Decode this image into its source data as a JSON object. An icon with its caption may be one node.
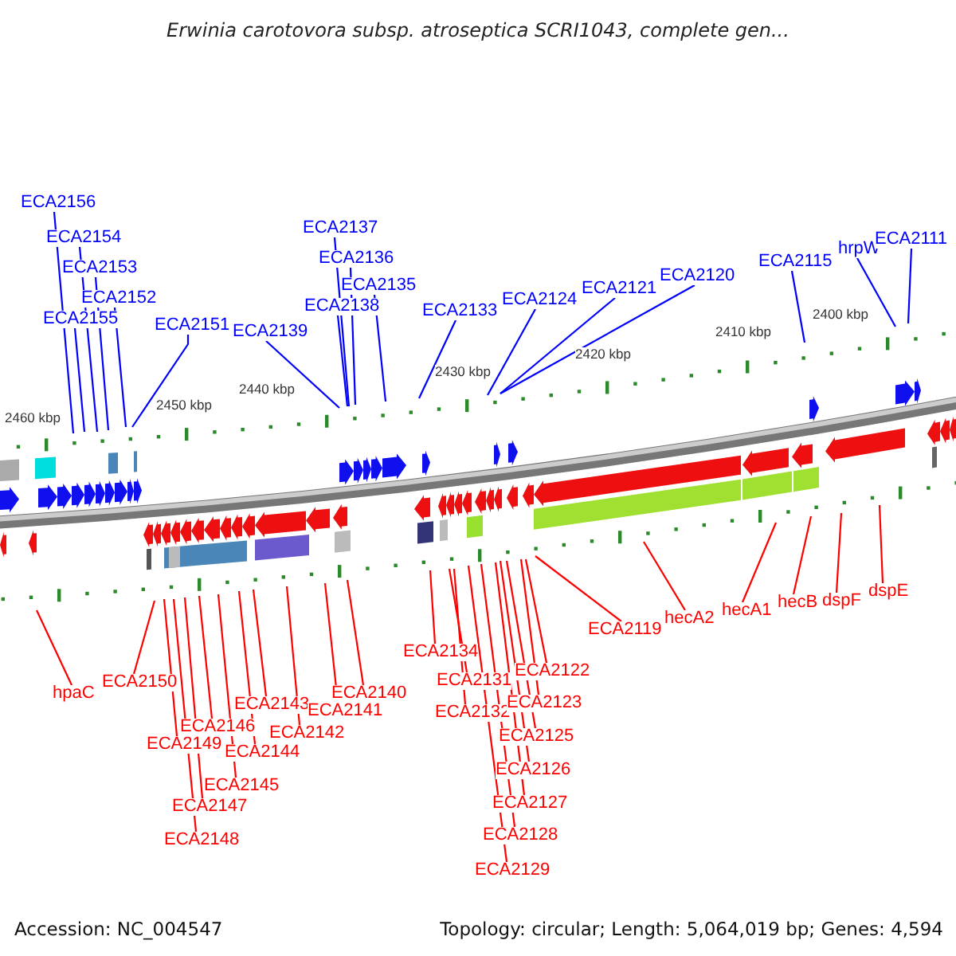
{
  "diagram": {
    "title": "Erwinia carotovora subsp. atroseptica SCRI1043, complete gen...",
    "nodes": [
      {
        "text": [
          "ECA2156"
        ]
      },
      {
        "text": [
          "ECA2154"
        ]
      },
      {
        "text": [
          "ECA2153"
        ]
      },
      {
        "text": [
          "ECA2152"
        ]
      },
      {
        "text": [
          "ECA2155"
        ]
      },
      {
        "text": [
          "ECA2151"
        ]
      },
      {
        "text": [
          "ECA2139"
        ]
      },
      {
        "text": [
          "ECA2137"
        ]
      },
      {
        "text": [
          "ECA2136"
        ]
      },
      {
        "text": [
          "ECA2135"
        ]
      },
      {
        "text": [
          "ECA2138"
        ]
      },
      {
        "text": [
          "ECA2133"
        ]
      },
      {
        "text": [
          "ECA2124"
        ]
      },
      {
        "text": [
          "ECA2121"
        ]
      },
      {
        "text": [
          "ECA2120"
        ]
      },
      {
        "text": [
          "ECA2115"
        ]
      },
      {
        "text": [
          "hrpW"
        ]
      },
      {
        "text": [
          "ECA2111"
        ]
      },
      {
        "text": [
          "hpaC"
        ]
      },
      {
        "text": [
          "ECA2150"
        ]
      },
      {
        "text": [
          "ECA2149"
        ]
      },
      {
        "text": [
          "ECA2148"
        ]
      },
      {
        "text": [
          "ECA2147"
        ]
      },
      {
        "text": [
          "ECA2146"
        ]
      },
      {
        "text": [
          "ECA2145"
        ]
      },
      {
        "text": [
          "ECA2144"
        ]
      },
      {
        "text": [
          "ECA2143"
        ]
      },
      {
        "text": [
          "ECA2142"
        ]
      },
      {
        "text": [
          "ECA2141"
        ]
      },
      {
        "text": [
          "ECA2140"
        ]
      },
      {
        "text": [
          "ECA2134"
        ]
      },
      {
        "text": [
          "ECA2131"
        ]
      },
      {
        "text": [
          "ECA2132"
        ]
      },
      {
        "text": [
          "ECA2129"
        ]
      },
      {
        "text": [
          "ECA2128"
        ]
      },
      {
        "text": [
          "ECA2127"
        ]
      },
      {
        "text": [
          "ECA2126"
        ]
      },
      {
        "text": [
          "ECA2125"
        ]
      },
      {
        "text": [
          "ECA2123"
        ]
      },
      {
        "text": [
          "ECA2122"
        ]
      },
      {
        "text": [
          "ECA2119"
        ]
      },
      {
        "text": [
          "hecA2"
        ]
      },
      {
        "text": [
          "hecA1"
        ]
      },
      {
        "text": [
          "hecB"
        ]
      },
      {
        "text": [
          "dspF"
        ]
      },
      {
        "text": [
          "dspE"
        ]
      }
    ],
    "edges": [
      {
        "from": 0,
        "to": null,
        "arrow": "none",
        "color": "#0000ff"
      },
      {
        "from": 1,
        "to": null,
        "arrow": "none",
        "color": "#0000ff"
      },
      {
        "from": 2,
        "to": null,
        "arrow": "none",
        "color": "#0000ff"
      },
      {
        "from": 3,
        "to": null,
        "arrow": "none",
        "color": "#0000ff"
      },
      {
        "from": 4,
        "to": null,
        "arrow": "none",
        "color": "#0000ff"
      },
      {
        "from": 5,
        "to": null,
        "arrow": "none",
        "color": "#0000ff"
      },
      {
        "from": 6,
        "to": null,
        "arrow": "none",
        "color": "#0000ff"
      },
      {
        "from": 7,
        "to": null,
        "arrow": "none",
        "color": "#0000ff"
      },
      {
        "from": 8,
        "to": null,
        "arrow": "none",
        "color": "#0000ff"
      },
      {
        "from": 9,
        "to": null,
        "arrow": "none",
        "color": "#0000ff"
      },
      {
        "from": 10,
        "to": null,
        "arrow": "none",
        "color": "#0000ff"
      },
      {
        "from": 11,
        "to": null,
        "arrow": "none",
        "color": "#0000ff"
      },
      {
        "from": 12,
        "to": null,
        "arrow": "none",
        "color": "#0000ff"
      },
      {
        "from": 13,
        "to": null,
        "arrow": "none",
        "color": "#0000ff"
      },
      {
        "from": 14,
        "to": null,
        "arrow": "none",
        "color": "#0000ff"
      },
      {
        "from": 15,
        "to": null,
        "arrow": "none",
        "color": "#0000ff"
      },
      {
        "from": 16,
        "to": null,
        "arrow": "none",
        "color": "#0000ff"
      },
      {
        "from": 17,
        "to": null,
        "arrow": "none",
        "color": "#0000ff"
      },
      {
        "from": 18,
        "to": null,
        "arrow": "none"
      },
      {
        "from": 19,
        "to": null,
        "arrow": "none"
      },
      {
        "from": 20,
        "to": null,
        "arrow": "none"
      },
      {
        "from": 21,
        "to": null,
        "arrow": "none"
      },
      {
        "from": 22,
        "to": null,
        "arrow": "none"
      },
      {
        "from": 23,
        "to": null,
        "arrow": "none"
      },
      {
        "from": 24,
        "to": null,
        "arrow": "none"
      },
      {
        "from": 25,
        "to": null,
        "arrow": "none"
      },
      {
        "from": 26,
        "to": null,
        "arrow": "none"
      },
      {
        "from": 27,
        "to": null,
        "arrow": "none"
      },
      {
        "from": 28,
        "to": null,
        "arrow": "none"
      },
      {
        "from": 29,
        "to": null,
        "arrow": "none"
      },
      {
        "from": 30,
        "to": null,
        "arrow": "none"
      },
      {
        "from": 31,
        "to": null,
        "arrow": "none"
      },
      {
        "from": 32,
        "to": null,
        "arrow": "none"
      },
      {
        "from": 33,
        "to": null,
        "arrow": "none"
      },
      {
        "from": 34,
        "to": null,
        "arrow": "none"
      },
      {
        "from": 35,
        "to": null,
        "arrow": "none"
      },
      {
        "from": 36,
        "to": null,
        "arrow": "none"
      },
      {
        "from": 37,
        "to": null,
        "arrow": "none"
      },
      {
        "from": 38,
        "to": null,
        "arrow": "none"
      },
      {
        "from": 39,
        "to": null,
        "arrow": "none"
      },
      {
        "from": 40,
        "to": null,
        "arrow": "none"
      },
      {
        "from": 41,
        "to": null,
        "arrow": "none"
      },
      {
        "from": 42,
        "to": null,
        "arrow": "none"
      },
      {
        "from": 43,
        "to": null,
        "arrow": "none"
      },
      {
        "from": 44,
        "to": null,
        "arrow": "none"
      },
      {
        "from": 45,
        "to": null,
        "arrow": "none"
      }
    ],
    "labels": [
      "2460 kbp",
      "2450 kbp",
      "2440 kbp",
      "2430 kbp",
      "2420 kbp",
      "2410 kbp",
      "2400 kbp",
      "Accession: NC_004547",
      "Topology: circular; Length: 5,064,019 bp; Genes: 4,594"
    ]
  }
}
